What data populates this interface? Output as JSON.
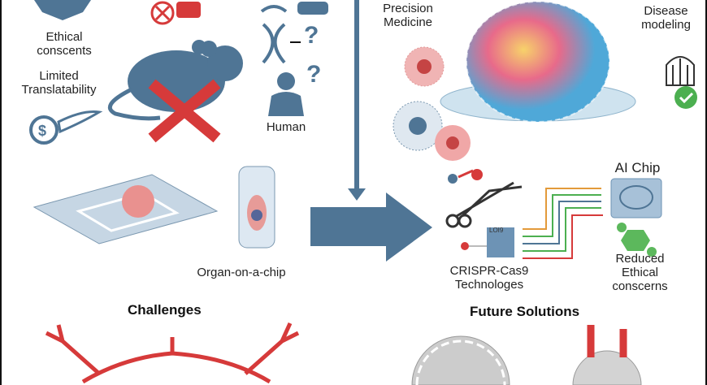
{
  "left_panel": {
    "ethical_label": "Ethical conscents",
    "translatability_label": "Limited Translatability",
    "human_label": "Human",
    "question_mark": "?"
  },
  "right_panel": {
    "precision_label": "Precision Medicine",
    "disease_label": "Disease modeling",
    "ai_chip_label": "AI Chip",
    "crispr_label": "CRISPR-Cas9 Technologes",
    "reduced_label": "Reduced Ethical conscerns",
    "chip_tag": "LOI9"
  },
  "middle": {
    "organ_label": "Organ-on-a-chip"
  },
  "sections": {
    "challenges": "Challenges",
    "future": "Future Solutions"
  },
  "colors": {
    "slate": "#4f7595",
    "red": "#d63a3a",
    "green": "#5cb85c"
  }
}
